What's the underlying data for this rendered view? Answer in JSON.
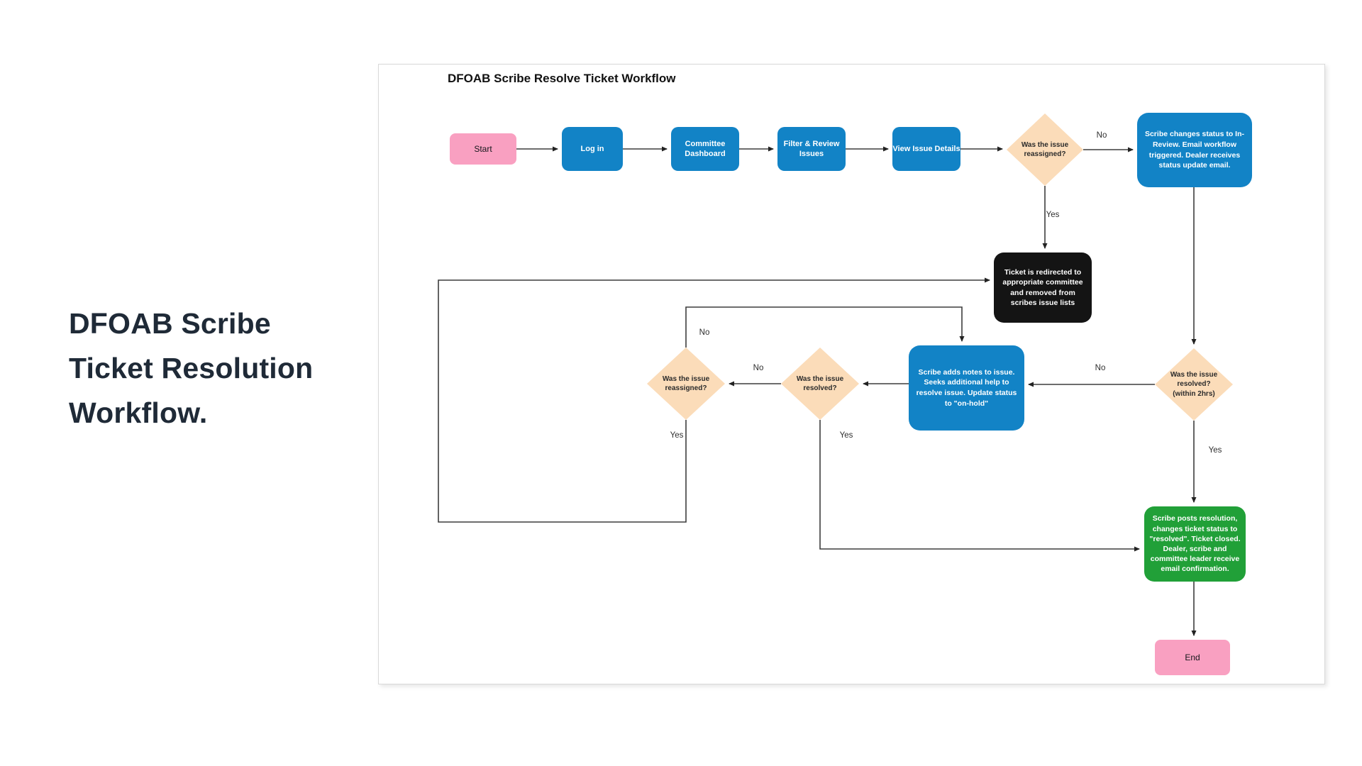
{
  "page": {
    "heading_lines": [
      "DFOAB Scribe",
      "Ticket Resolution",
      "Workflow."
    ]
  },
  "canvas": {
    "title": "DFOAB Scribe Resolve Ticket Workflow"
  },
  "colors": {
    "node_blue": "#1283C6",
    "node_pink": "#F9A0C1",
    "node_peach": "#FBDCB9",
    "node_green": "#21A038",
    "node_black": "#141414",
    "connector": "#3d3d3d",
    "heading_text": "#1F2A37"
  },
  "nodes": {
    "start": {
      "label": "Start"
    },
    "login": {
      "label": "Log in"
    },
    "committee_dashboard": {
      "label": "Committee Dashboard"
    },
    "filter_review_issues": {
      "label": "Filter & Review Issues"
    },
    "view_issue_details": {
      "label": "View Issue Details"
    },
    "was_issue_reassigned_1": {
      "label": "Was the issue reassigned?"
    },
    "scribe_changes_status": {
      "label": "Scribe changes status to In-Review. Email workflow triggered. Dealer receives status update email."
    },
    "ticket_redirected": {
      "label": "Ticket is redirected to appropriate committee and removed from scribes issue lists"
    },
    "was_issue_resolved_2hrs": {
      "label": "Was the issue resolved? (within 2hrs)"
    },
    "scribe_adds_notes": {
      "label": "Scribe adds notes to issue. Seeks additional help to resolve issue. Update status to \"on-hold\""
    },
    "was_issue_resolved_2": {
      "label": "Was the issue resolved?"
    },
    "was_issue_reassigned_2": {
      "label": "Was the issue reassigned?"
    },
    "scribe_posts_resolution": {
      "label": "Scribe posts resolution, changes ticket status to \"resolved\". Ticket closed. Dealer, scribe and committee leader receive email confirmation."
    },
    "end": {
      "label": "End"
    }
  },
  "edge_labels": {
    "d1_no": "No",
    "d1_yes": "Yes",
    "d2_no": "No",
    "d2_yes": "Yes",
    "d3_no": "No",
    "d3_yes": "Yes",
    "d4_no": "No",
    "d4_yes": "Yes"
  }
}
